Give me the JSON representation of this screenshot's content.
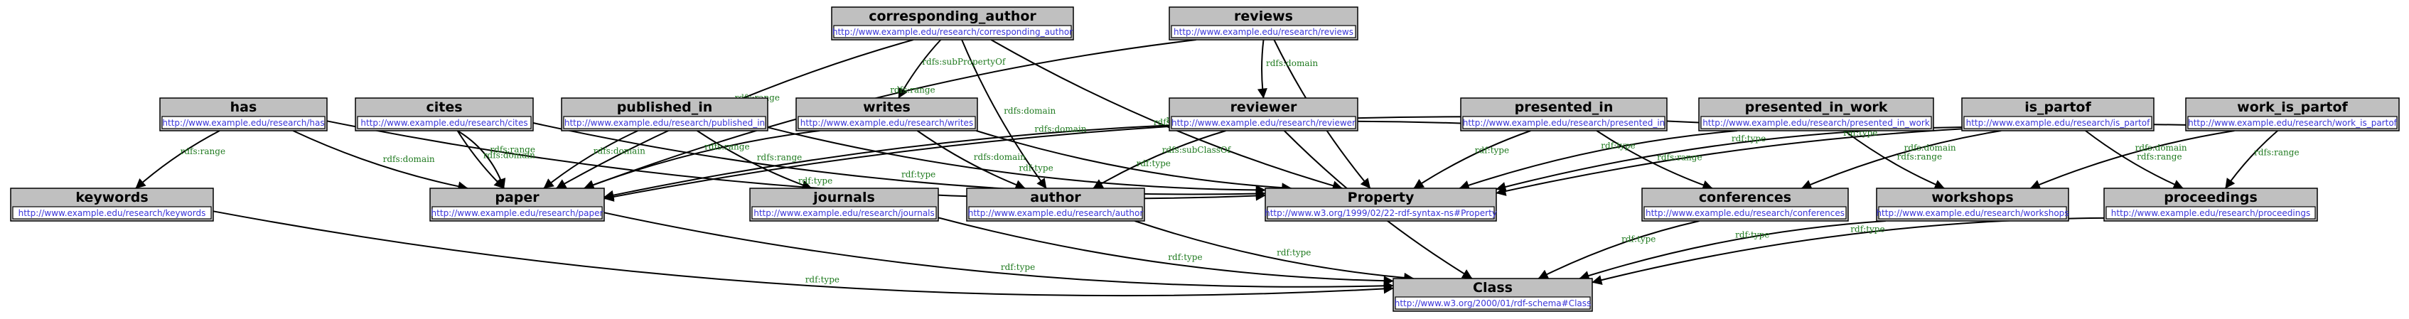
{
  "colors": {
    "node_fill": "#c0c0c0",
    "uri_text": "#3a35d9",
    "edge": "#000000",
    "edge_label": "#1f7a1f"
  },
  "nodes": [
    {
      "id": "corresponding_author",
      "title": "corresponding_author",
      "uri": "http://www.example.edu/research/corresponding_author"
    },
    {
      "id": "reviews",
      "title": "reviews",
      "uri": "http://www.example.edu/research/reviews"
    },
    {
      "id": "has",
      "title": "has",
      "uri": "http://www.example.edu/research/has"
    },
    {
      "id": "cites",
      "title": "cites",
      "uri": "http://www.example.edu/research/cites"
    },
    {
      "id": "published_in",
      "title": "published_in",
      "uri": "http://www.example.edu/research/published_in"
    },
    {
      "id": "writes",
      "title": "writes",
      "uri": "http://www.example.edu/research/writes"
    },
    {
      "id": "reviewer",
      "title": "reviewer",
      "uri": "http://www.example.edu/research/reviewer"
    },
    {
      "id": "presented_in",
      "title": "presented_in",
      "uri": "http://www.example.edu/research/presented_in"
    },
    {
      "id": "presented_in_work",
      "title": "presented_in_work",
      "uri": "http://www.example.edu/research/presented_in_work"
    },
    {
      "id": "is_partof",
      "title": "is_partof",
      "uri": "http://www.example.edu/research/is_partof"
    },
    {
      "id": "work_is_partof",
      "title": "work_is_partof",
      "uri": "http://www.example.edu/research/work_is_partof"
    },
    {
      "id": "keywords",
      "title": "keywords",
      "uri": "http://www.example.edu/research/keywords"
    },
    {
      "id": "paper",
      "title": "paper",
      "uri": "http://www.example.edu/research/paper"
    },
    {
      "id": "journals",
      "title": "journals",
      "uri": "http://www.example.edu/research/journals"
    },
    {
      "id": "author",
      "title": "author",
      "uri": "http://www.example.edu/research/author"
    },
    {
      "id": "property",
      "title": "Property",
      "uri": "http://www.w3.org/1999/02/22-rdf-syntax-ns#Property"
    },
    {
      "id": "conferences",
      "title": "conferences",
      "uri": "http://www.example.edu/research/conferences"
    },
    {
      "id": "workshops",
      "title": "workshops",
      "uri": "http://www.example.edu/research/workshops"
    },
    {
      "id": "proceedings",
      "title": "proceedings",
      "uri": "http://www.example.edu/research/proceedings"
    },
    {
      "id": "class",
      "title": "Class",
      "uri": "http://www.w3.org/2000/01/rdf-schema#Class"
    }
  ],
  "edges": [
    {
      "from": "corresponding_author",
      "to": "paper",
      "label": "rdfs:range"
    },
    {
      "from": "corresponding_author",
      "to": "writes",
      "label": "rdfs:subPropertyOf"
    },
    {
      "from": "corresponding_author",
      "to": "author",
      "label": "rdfs:domain"
    },
    {
      "from": "corresponding_author",
      "to": "property",
      "label": "rdf:type"
    },
    {
      "from": "reviews",
      "to": "reviewer",
      "label": "rdfs:domain"
    },
    {
      "from": "reviews",
      "to": "property",
      "label": "rdf:type"
    },
    {
      "from": "reviews",
      "to": "paper",
      "label": "rdfs:range"
    },
    {
      "from": "has",
      "to": "keywords",
      "label": "rdfs:range"
    },
    {
      "from": "has",
      "to": "paper",
      "label": "rdfs:domain"
    },
    {
      "from": "has",
      "to": "property",
      "label": "rdf:type"
    },
    {
      "from": "cites",
      "to": "paper",
      "label": "rdfs:domain"
    },
    {
      "from": "cites",
      "to": "paper",
      "label": "rdfs:range"
    },
    {
      "from": "cites",
      "to": "property",
      "label": "rdf:type"
    },
    {
      "from": "published_in",
      "to": "paper",
      "label": "rdfs:domain"
    },
    {
      "from": "published_in",
      "to": "journals",
      "label": "rdfs:range"
    },
    {
      "from": "published_in",
      "to": "property",
      "label": "rdf:type"
    },
    {
      "from": "writes",
      "to": "author",
      "label": "rdfs:domain"
    },
    {
      "from": "writes",
      "to": "paper",
      "label": "rdfs:range"
    },
    {
      "from": "writes",
      "to": "property",
      "label": "rdf:type"
    },
    {
      "from": "reviewer",
      "to": "author",
      "label": "rdfs:subClassOf"
    },
    {
      "from": "reviewer",
      "to": "class",
      "label": "rdf:type"
    },
    {
      "from": "presented_in",
      "to": "paper",
      "label": "rdfs:domain"
    },
    {
      "from": "presented_in",
      "to": "conferences",
      "label": "rdfs:range"
    },
    {
      "from": "presented_in",
      "to": "property",
      "label": "rdf:type"
    },
    {
      "from": "presented_in_work",
      "to": "paper",
      "label": "rdfs:domain"
    },
    {
      "from": "presented_in_work",
      "to": "workshops",
      "label": "rdfs:range"
    },
    {
      "from": "presented_in_work",
      "to": "property",
      "label": "rdf:type"
    },
    {
      "from": "is_partof",
      "to": "conferences",
      "label": "rdfs:domain"
    },
    {
      "from": "is_partof",
      "to": "proceedings",
      "label": "rdfs:range"
    },
    {
      "from": "is_partof",
      "to": "property",
      "label": "rdf:type"
    },
    {
      "from": "work_is_partof",
      "to": "workshops",
      "label": "rdfs:domain"
    },
    {
      "from": "work_is_partof",
      "to": "proceedings",
      "label": "rdfs:range"
    },
    {
      "from": "work_is_partof",
      "to": "property",
      "label": "rdf:type"
    },
    {
      "from": "keywords",
      "to": "class",
      "label": "rdf:type"
    },
    {
      "from": "paper",
      "to": "class",
      "label": "rdf:type"
    },
    {
      "from": "journals",
      "to": "class",
      "label": "rdf:type"
    },
    {
      "from": "author",
      "to": "class",
      "label": "rdf:type"
    },
    {
      "from": "conferences",
      "to": "class",
      "label": "rdf:type"
    },
    {
      "from": "workshops",
      "to": "class",
      "label": "rdf:type"
    },
    {
      "from": "proceedings",
      "to": "class",
      "label": "rdf:type"
    }
  ]
}
